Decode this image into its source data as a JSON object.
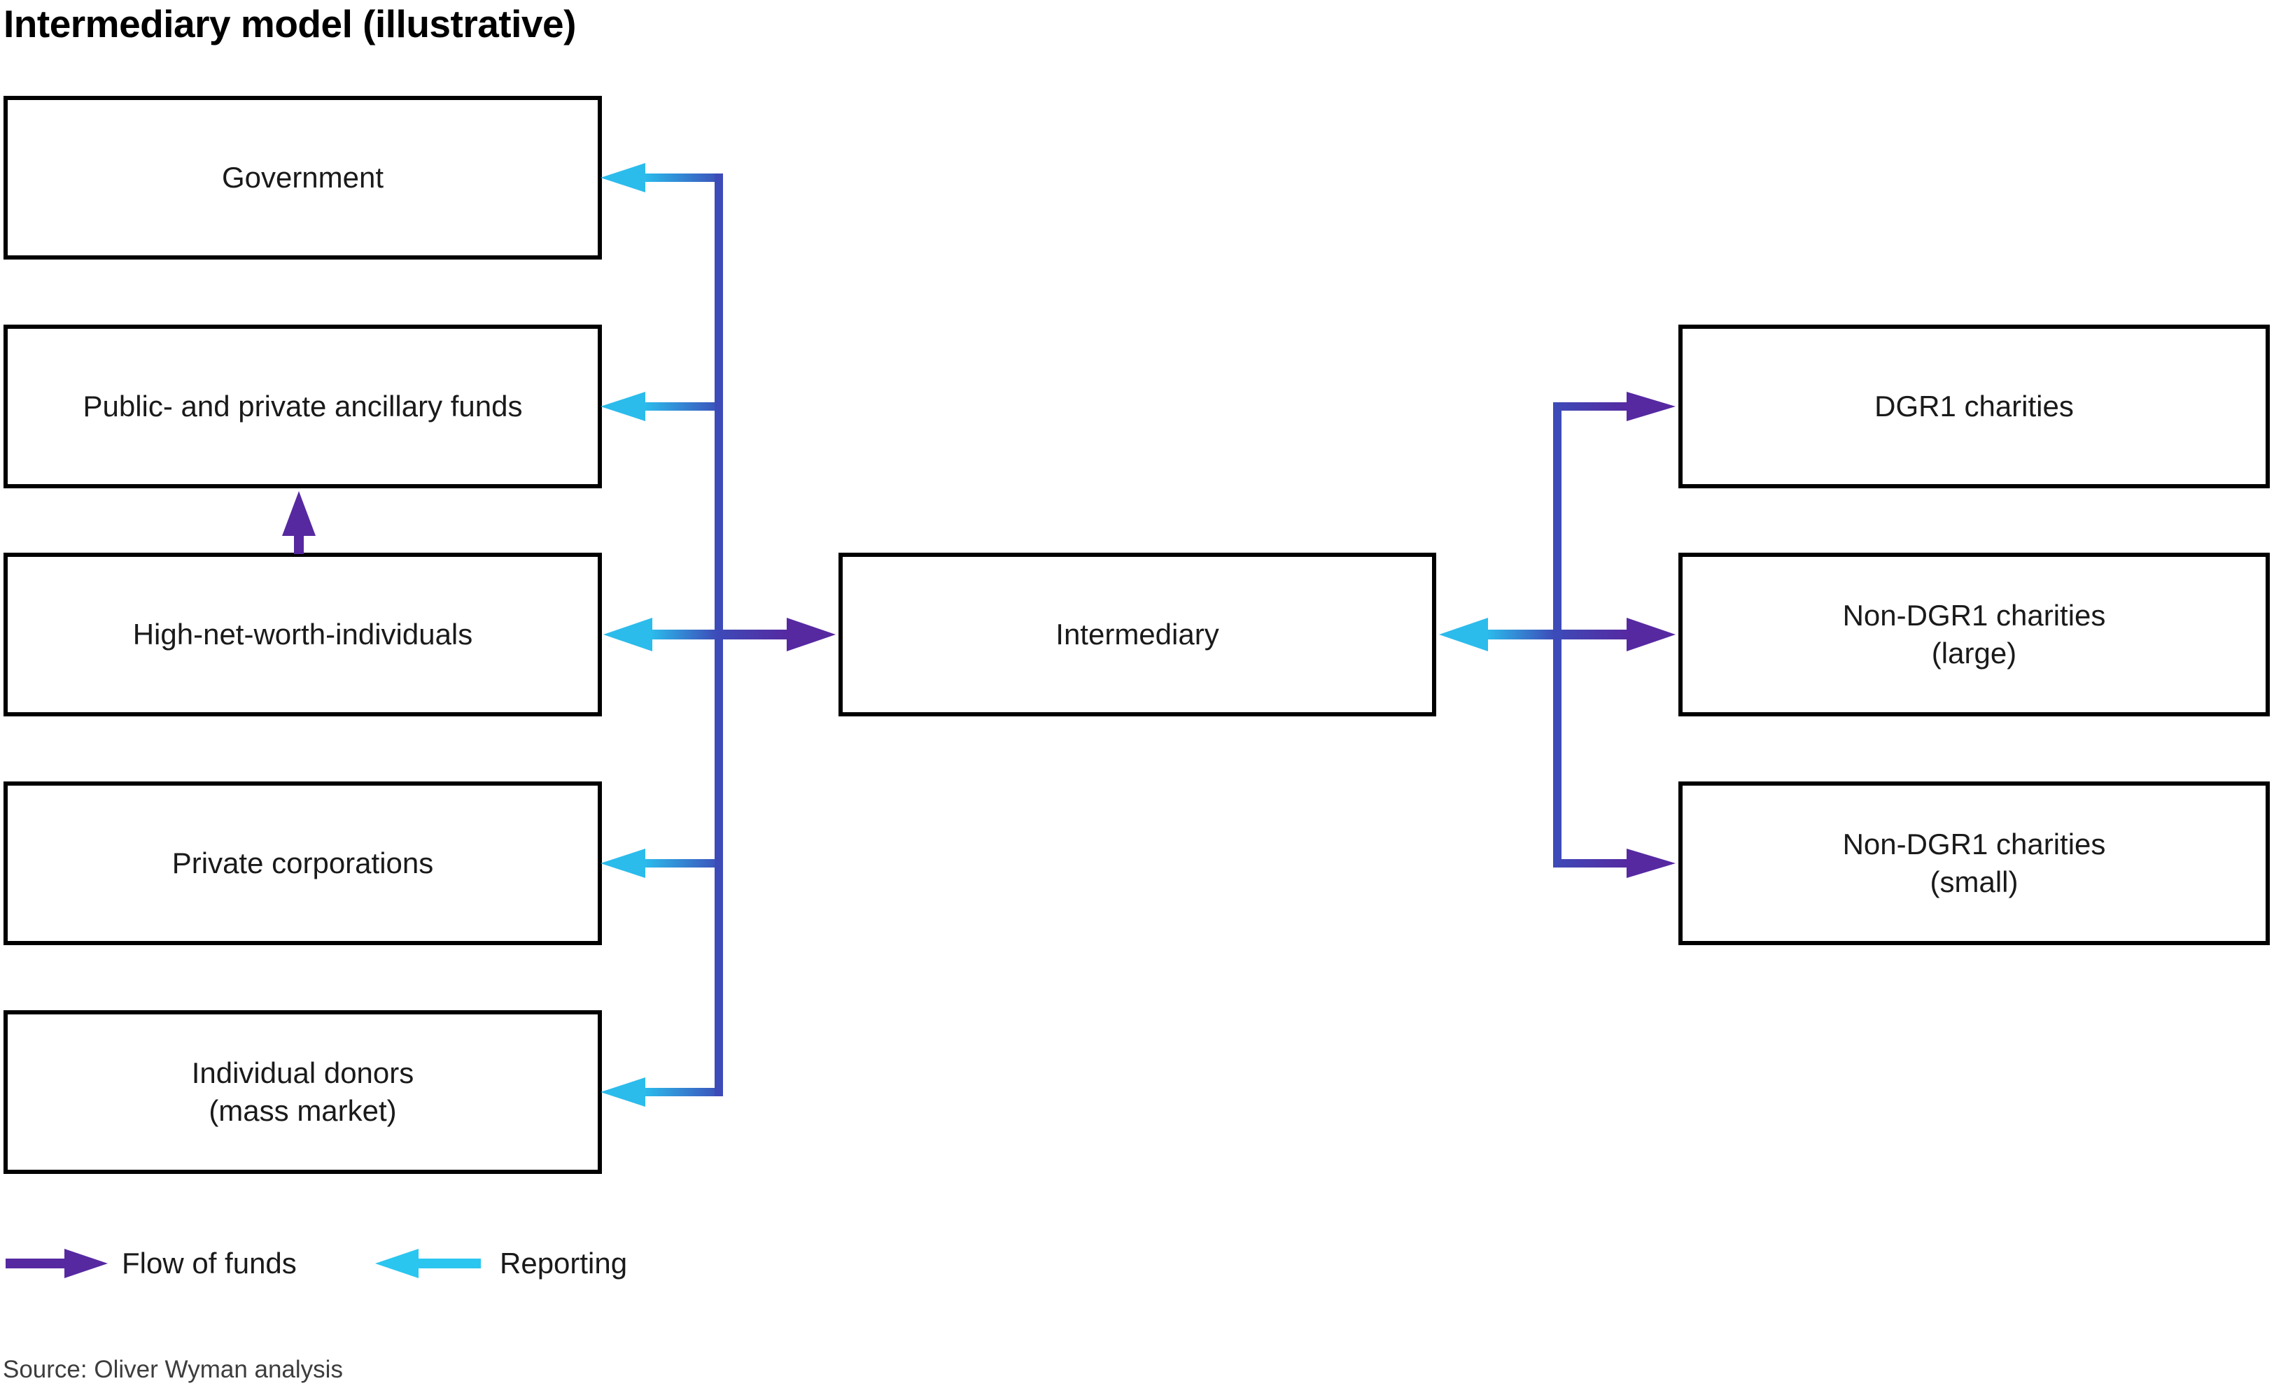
{
  "title": "Intermediary model (illustrative)",
  "nodes": {
    "government": "Government",
    "ancillary_funds": "Public- and private ancillary funds",
    "hnwi": "High-net-worth-individuals",
    "private_corporations": "Private corporations",
    "individual_donors": "Individual donors\n(mass market)",
    "intermediary": "Intermediary",
    "dgr1": "DGR1 charities",
    "non_dgr1_large": "Non-DGR1 charities\n(large)",
    "non_dgr1_small": "Non-DGR1 charities\n(small)"
  },
  "legend": {
    "flow_of_funds": "Flow of funds",
    "reporting": "Reporting"
  },
  "source": "Source: Oliver Wyman analysis",
  "colors": {
    "flow_of_funds_purple": "#5629A1",
    "reporting_cyan": "#2BBCEC",
    "connector_blue": "#3D4BB8",
    "box_border": "#000000",
    "text": "#1A1A1A"
  }
}
